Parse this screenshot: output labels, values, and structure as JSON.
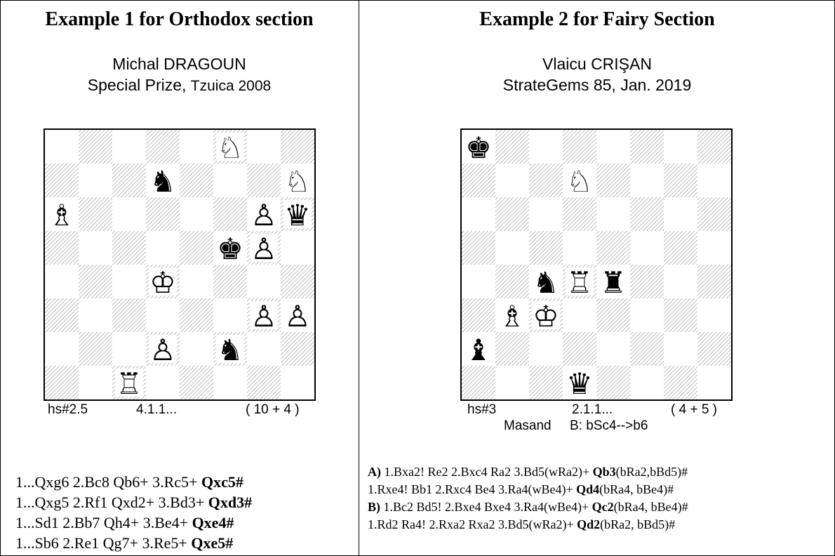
{
  "left": {
    "heading": "Example 1 for Orthodox section",
    "author": "Michal DRAGOUN",
    "source_main": "Special Prize, ",
    "source_small": "Tzuica 2008",
    "board": [
      {
        "sq": "f8",
        "p": "N",
        "c": "w"
      },
      {
        "sq": "d7",
        "p": "N",
        "c": "b"
      },
      {
        "sq": "h7",
        "p": "N",
        "c": "w"
      },
      {
        "sq": "a6",
        "p": "B",
        "c": "w"
      },
      {
        "sq": "g6",
        "p": "P",
        "c": "w"
      },
      {
        "sq": "h6",
        "p": "Q",
        "c": "b"
      },
      {
        "sq": "f5",
        "p": "K",
        "c": "b"
      },
      {
        "sq": "g5",
        "p": "P",
        "c": "w"
      },
      {
        "sq": "d4",
        "p": "K",
        "c": "w"
      },
      {
        "sq": "g3",
        "p": "P",
        "c": "w"
      },
      {
        "sq": "h3",
        "p": "P",
        "c": "w"
      },
      {
        "sq": "d2",
        "p": "P",
        "c": "w"
      },
      {
        "sq": "f2",
        "p": "N",
        "c": "b"
      },
      {
        "sq": "c1",
        "p": "R",
        "c": "w"
      }
    ],
    "stipulation": "hs#2.5",
    "solutions_count": "4.1.1...",
    "pieces_count": "( 10 + 4 )",
    "solutions": [
      {
        "moves": "1...Qxg6 2.Bc8 Qb6+ 3.Rc5+ ",
        "mate": "Qxc5#"
      },
      {
        "moves": "1...Qxg5 2.Rf1 Qxd2+ 3.Bd3+ ",
        "mate": "Qxd3#"
      },
      {
        "moves": "1...Sd1 2.Bb7 Qh4+ 3.Be4+ ",
        "mate": "Qxe4#"
      },
      {
        "moves": "1...Sb6 2.Re1 Qg7+ 3.Re5+ ",
        "mate": "Qxe5#"
      }
    ]
  },
  "right": {
    "heading": "Example 2 for Fairy Section",
    "author": "Vlaicu CRIŞAN",
    "source": "StrateGems 85, Jan. 2019",
    "board": [
      {
        "sq": "a8",
        "p": "K",
        "c": "b"
      },
      {
        "sq": "d7",
        "p": "N",
        "c": "w"
      },
      {
        "sq": "c4",
        "p": "N",
        "c": "b"
      },
      {
        "sq": "d4",
        "p": "R",
        "c": "w"
      },
      {
        "sq": "e4",
        "p": "R",
        "c": "b"
      },
      {
        "sq": "b3",
        "p": "B",
        "c": "w"
      },
      {
        "sq": "c3",
        "p": "K",
        "c": "w"
      },
      {
        "sq": "a2",
        "p": "B",
        "c": "b"
      },
      {
        "sq": "d1",
        "p": "Q",
        "c": "b"
      }
    ],
    "stipulation": "hs#3",
    "solutions_count": "2.1.1...",
    "pieces_count": "( 4 + 5 )",
    "conditions": "Masand     B: bSc4-->b6",
    "solutions": [
      {
        "label": "A)",
        "pre": " 1.Bxa2! Re2 2.Bxc4 Ra2 3.Bd5(wRa2)+ ",
        "mate": "Qb3",
        "post": "(bRa2,bBd5)#"
      },
      {
        "label": "",
        "pre": "1.Rxe4! Bb1 2.Rxc4 Be4 3.Ra4(wBe4)+ ",
        "mate": "Qd4",
        "post": "(bRa4, bBe4)#"
      },
      {
        "label": "B)",
        "pre": " 1.Bc2 Bd5! 2.Bxe4 Bxe4 3.Ra4(wBe4)+ ",
        "mate": "Qc2",
        "post": "(bRa4, bBe4)#"
      },
      {
        "label": "",
        "pre": "1.Rd2 Ra4! 2.Rxa2 Rxa2 3.Bd5(wRa2)+ ",
        "mate": "Qd2",
        "post": "(bRa2, bBd5)#"
      }
    ]
  }
}
